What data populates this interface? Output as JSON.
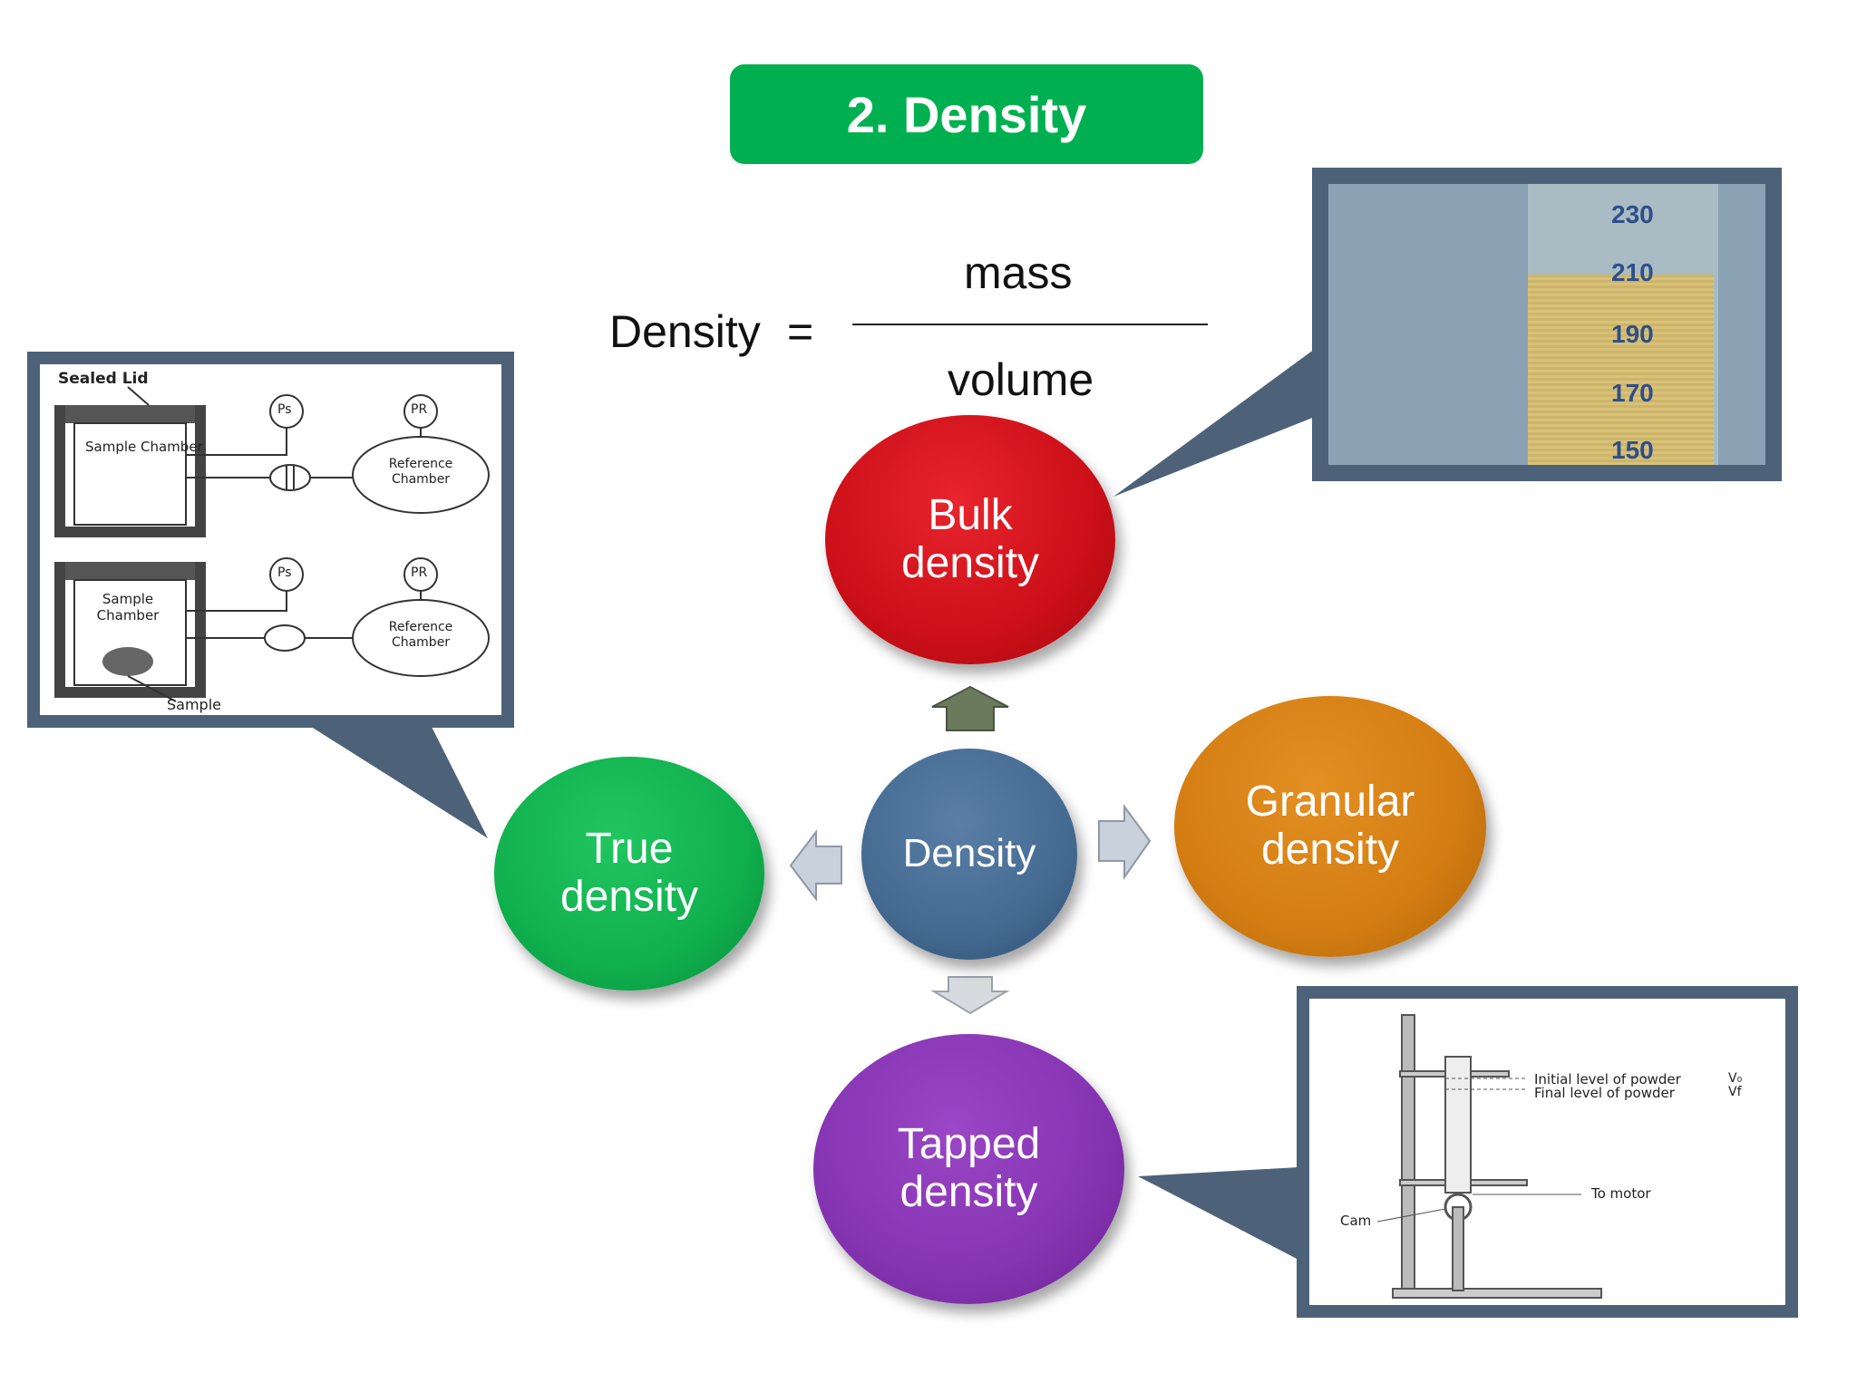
{
  "title": "2. Density",
  "formula": {
    "lhs": "Density",
    "equals": "=",
    "numerator": "mass",
    "denominator": "volume"
  },
  "nodes": {
    "center": "Density",
    "bulk": "Bulk density",
    "true": "True density",
    "granular": "Granular density",
    "tapped": "Tapped density"
  },
  "pycnometer_diagram": {
    "sealed_lid": "Sealed Lid",
    "sample_chamber": "Sample Chamber",
    "reference_chamber": "Reference Chamber",
    "ps": "Ps",
    "pr": "PR",
    "sample": "Sample"
  },
  "cylinder_photo": {
    "ticks": [
      "230",
      "210",
      "190",
      "170",
      "150"
    ]
  },
  "tap_apparatus": {
    "initial_level": "Initial level of powder",
    "initial_symbol": "V₀",
    "final_level": "Final level of powder",
    "final_symbol": "Vf",
    "to_motor": "To motor",
    "cam": "Cam"
  },
  "colors": {
    "title_bg": "#00b050",
    "bulk": "#cc0f18",
    "center": "#456b92",
    "true": "#10b04e",
    "granular": "#d37d12",
    "tapped": "#8534b2",
    "callout": "#4d6279"
  }
}
